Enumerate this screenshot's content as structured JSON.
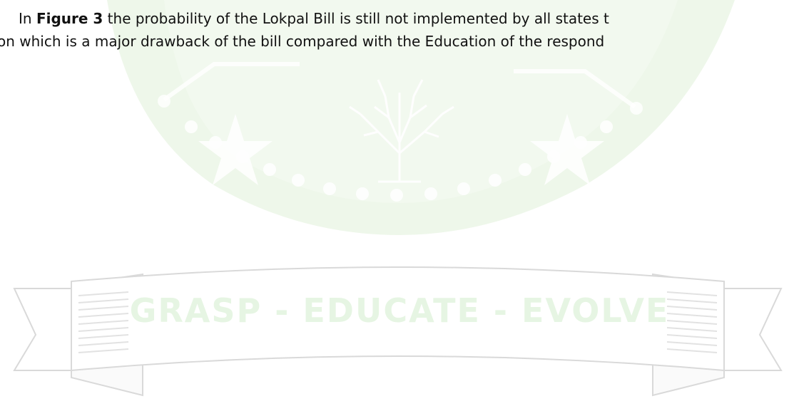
{
  "paragraph": {
    "line1_prefix": "In ",
    "line1_bold": "Figure 3",
    "line1_suffix": " the probability of the Lokpal Bill is still not implemented by all states t",
    "line2": "on which is a major drawback of the bill compared with the Education of the respond"
  },
  "watermark": {
    "motto": "GRASP - EDUCATE - EVOLVE",
    "colors": {
      "green_tint": "#eef7ea",
      "green_dot": "#f4faf2",
      "ribbon_stroke": "#d9d9d9",
      "motto_fill": "#e6f5e3"
    }
  }
}
